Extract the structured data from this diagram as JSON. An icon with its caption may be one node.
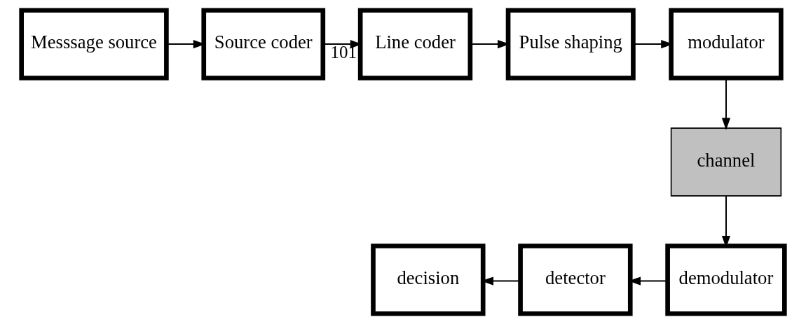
{
  "diagram": {
    "nodes": [
      {
        "text": [
          "Messsage source"
        ]
      },
      {
        "text": [
          "Source coder"
        ]
      },
      {
        "text": [
          "Line coder"
        ]
      },
      {
        "text": [
          "Pulse shaping"
        ]
      },
      {
        "text": [
          "modulator"
        ]
      },
      {
        "text": [
          "channel"
        ]
      },
      {
        "text": [
          "demodulator"
        ]
      },
      {
        "text": [
          "detector"
        ]
      },
      {
        "text": [
          "decision"
        ]
      }
    ],
    "edges": [
      {
        "from": 0,
        "to": 1,
        "arrow": "to"
      },
      {
        "from": 1,
        "to": 2,
        "arrow": "to",
        "label": "101"
      },
      {
        "from": 2,
        "to": 3,
        "arrow": "to"
      },
      {
        "from": 3,
        "to": 4,
        "arrow": "to"
      },
      {
        "from": 4,
        "to": 5,
        "arrow": "to"
      },
      {
        "from": 5,
        "to": 6,
        "arrow": "to"
      },
      {
        "from": 6,
        "to": 7,
        "arrow": "to"
      },
      {
        "from": 7,
        "to": 8,
        "arrow": "to"
      }
    ]
  }
}
